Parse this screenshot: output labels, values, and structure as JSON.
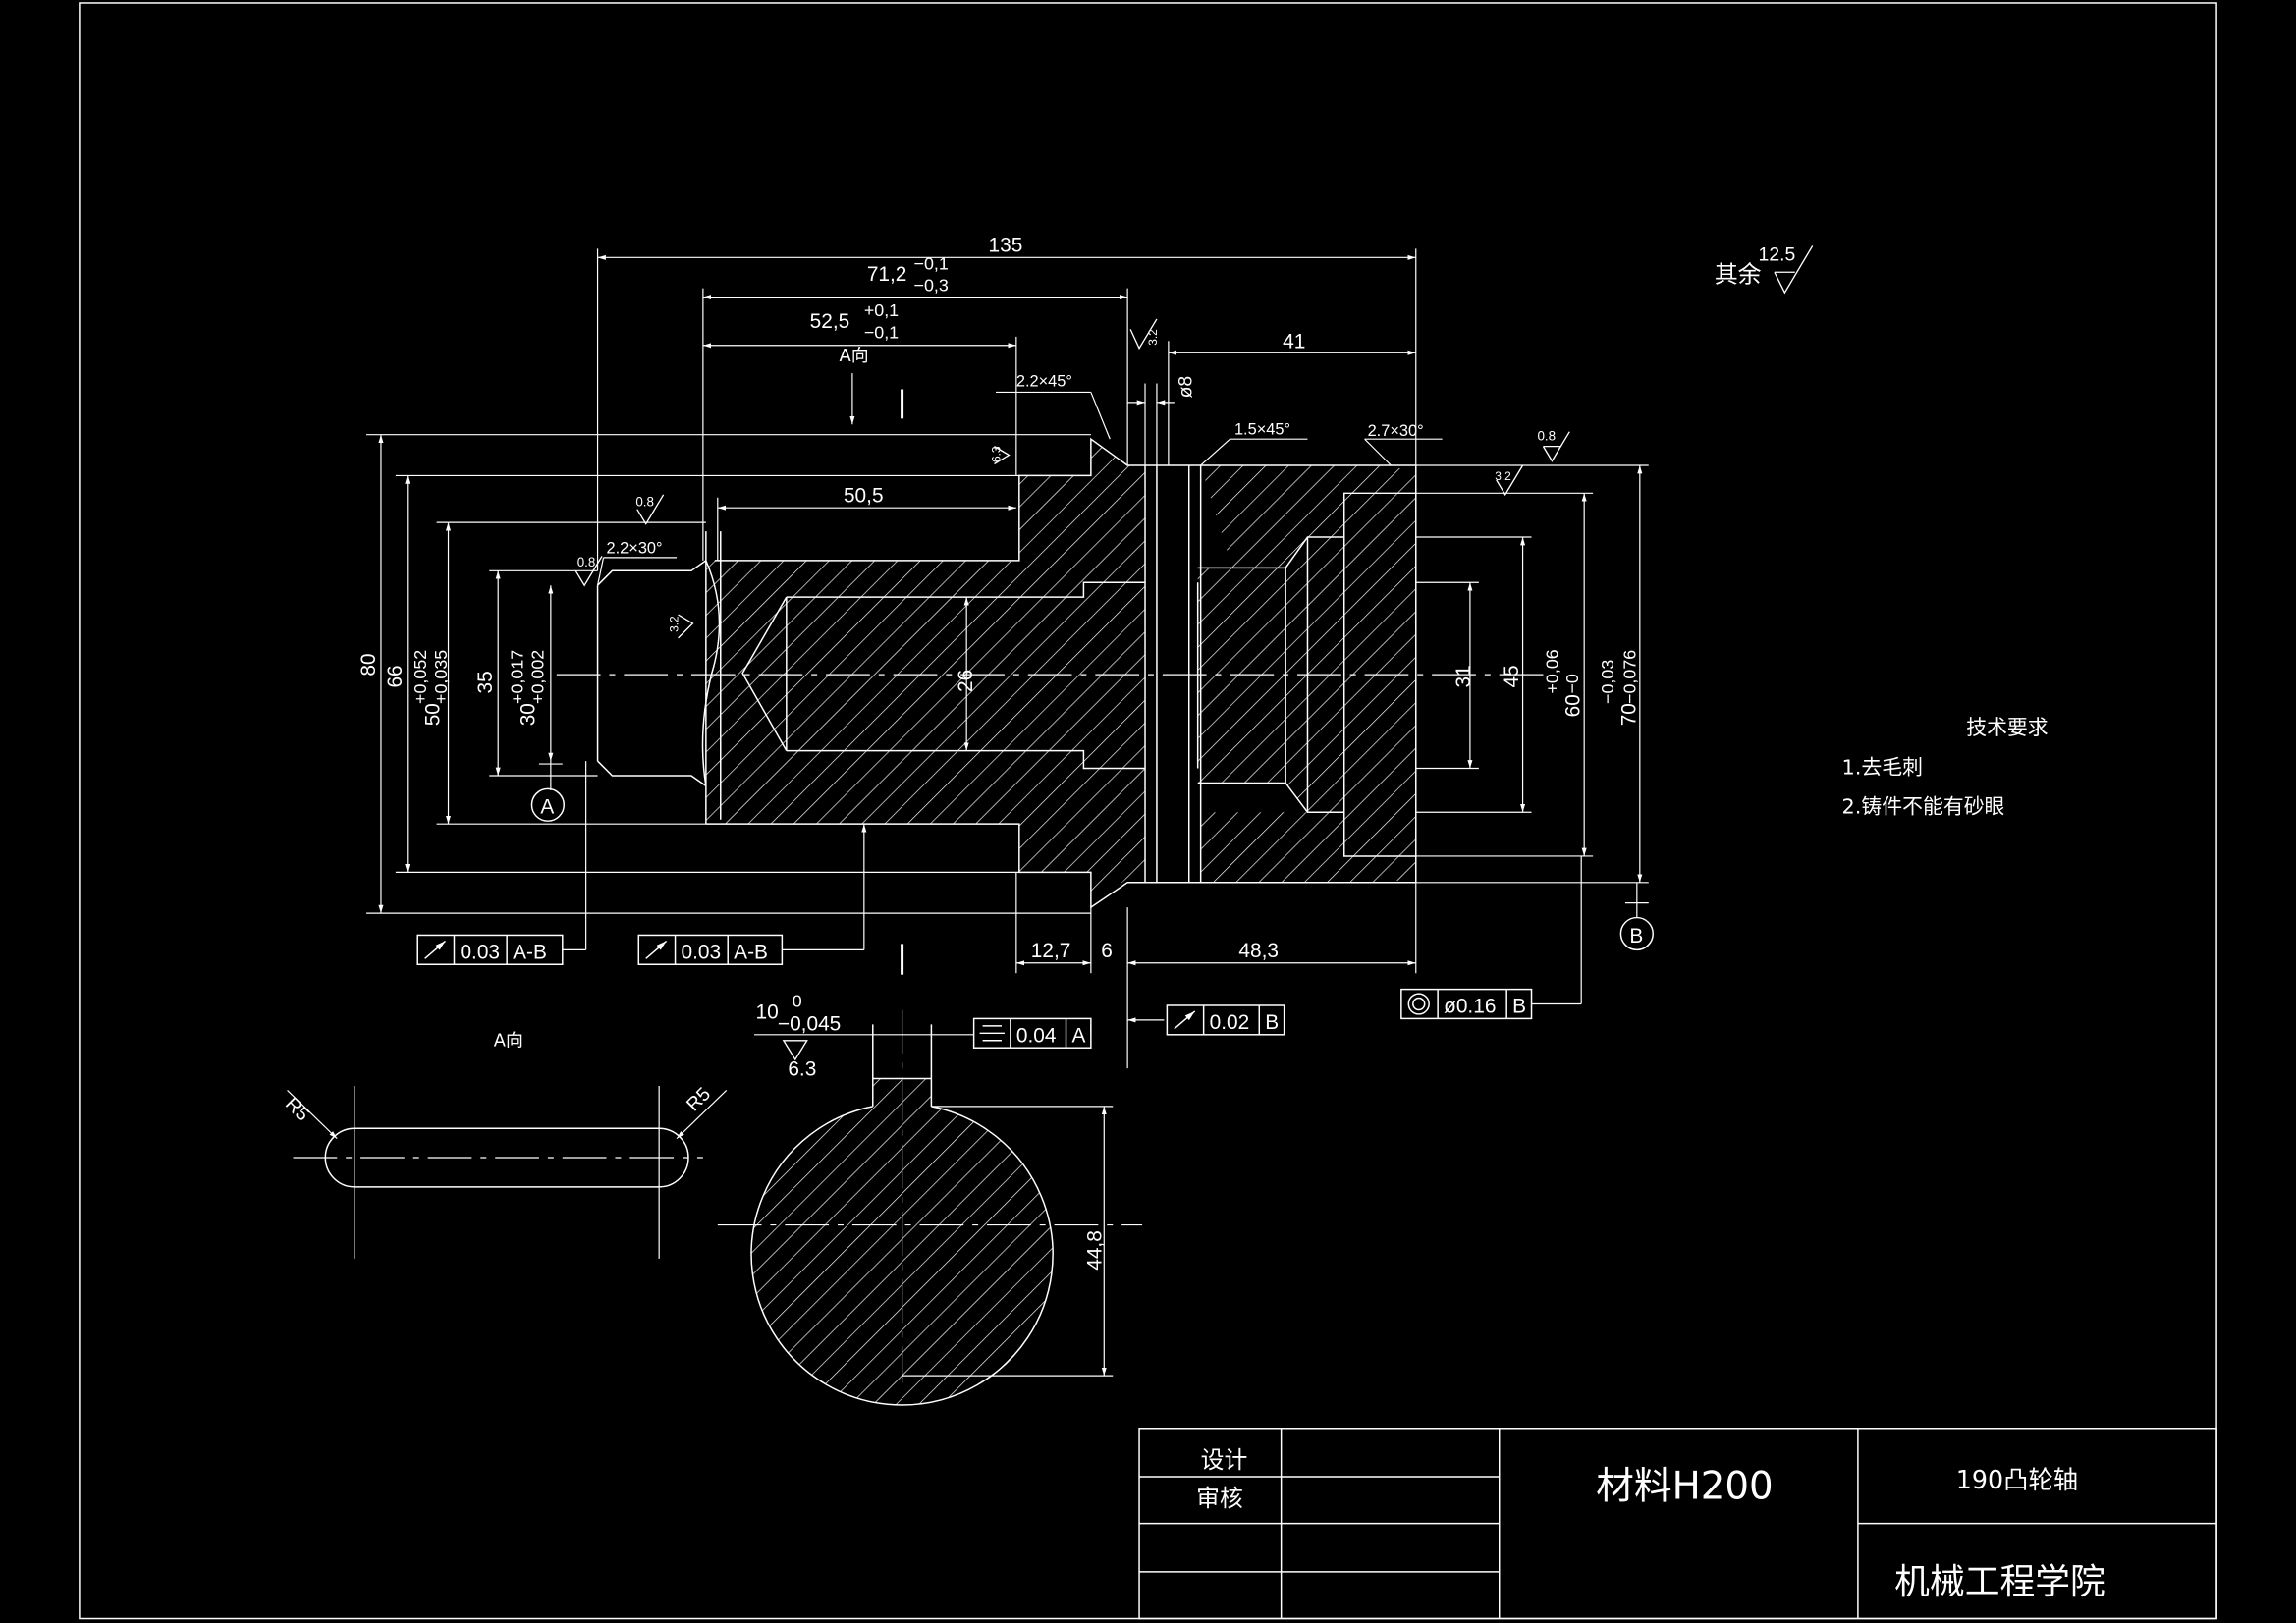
{
  "dims": {
    "d135": "135",
    "d71_main": "71,2",
    "d71_up": "−0,1",
    "d71_lo": "−0,3",
    "d52_main": "52,5",
    "d52_up": "+0,1",
    "d52_lo": "−0,1",
    "d41": "41",
    "d50_5": "50,5",
    "d26": "26",
    "d31": "31",
    "d45": "45",
    "d8": "ø8",
    "d80": "80",
    "d66": "66",
    "d50_main": "50",
    "d50_up": "+0,052",
    "d50_lo": "+0,035",
    "d35": "35",
    "d30_main": "30",
    "d30_up": "+0,017",
    "d30_lo": "+0,002",
    "d60_main": "60",
    "d60_up": "+0,06",
    "d60_lo": "−0",
    "d70_main": "70",
    "d70_up": "−0,03",
    "d70_lo": "−0,076",
    "d12_7": "12,7",
    "d6": "6",
    "d48_3": "48,3",
    "d10_main": "10",
    "d10_up": "0",
    "d10_lo": "−0,045",
    "d6_3": "6.3",
    "d44_8": "44,8",
    "r5a": "R5",
    "r5b": "R5"
  },
  "chamfers": {
    "c1": "2.2×45°",
    "c2": "1.5×45°",
    "c3": "2.7×30°",
    "c4": "2.2×30°"
  },
  "roughness": {
    "rest_label": "其余",
    "rest_value": "12.5",
    "r08a": "0.8",
    "r08b": "0.8",
    "r08c": "0.8",
    "r32a": "3.2",
    "r32b": "3.2",
    "r32c": "3.2",
    "r63": "6.3"
  },
  "views": {
    "a_view_label_top": "A向",
    "a_view_label": "A向",
    "datum_a": "A",
    "datum_b": "B"
  },
  "tolerance_frames": {
    "f1_value": "0.03",
    "f1_ref": "A-B",
    "f2_value": "0.03",
    "f2_ref": "A-B",
    "f3_value": "0.04",
    "f3_ref": "A",
    "f4_value": "0.02",
    "f4_ref": "B",
    "f5_value": "ø0.16",
    "f5_ref": "B"
  },
  "tech_req": {
    "title": "技术要求",
    "item1": "1.去毛刺",
    "item2": "2.铸件不能有砂眼"
  },
  "title_block": {
    "design": "设计",
    "review": "审核",
    "material": "材料H200",
    "part": "190凸轮轴",
    "school": "机械工程学院"
  }
}
